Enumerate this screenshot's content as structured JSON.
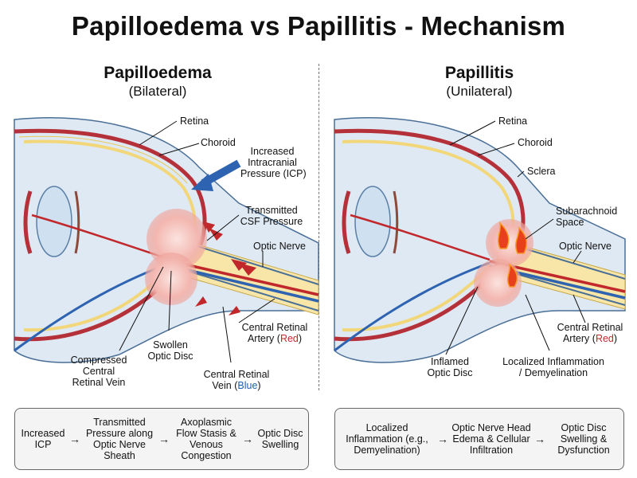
{
  "title": "Papilloedema vs Papillitis - Mechanism",
  "left": {
    "heading": "Papilloedema",
    "subheading": "(Bilateral)",
    "labels": {
      "retina": "Retina",
      "choroid": "Choroid",
      "icp1": "Increased",
      "icp2": "Intracranial",
      "icp3": "Pressure (ICP)",
      "csf1": "Transmitted",
      "csf2": "CSF Pressure",
      "optic_nerve": "Optic Nerve",
      "cra1": "Central Retinal",
      "cra2": "Artery (",
      "cra_color": "Red",
      "cra3": ")",
      "swollen1": "Swollen",
      "swollen2": "Optic Disc",
      "compressed1": "Compressed",
      "compressed2": "Central",
      "compressed3": "Retinal Vein",
      "crv1": "Central Retinal",
      "crv2": "Vein (",
      "crv_color": "Blue",
      "crv3": ")"
    },
    "flow": [
      "Increased ICP",
      "Transmitted Pressure along Optic Nerve Sheath",
      "Axoplasmic Flow Stasis & Venous Congestion",
      "Optic Disc Swelling"
    ]
  },
  "right": {
    "heading": "Papillitis",
    "subheading": "(Unilateral)",
    "labels": {
      "retina": "Retina",
      "choroid": "Choroid",
      "sclera": "Sclera",
      "sub1": "Subarachnoid",
      "sub2": "Space",
      "optic_nerve": "Optic Nerve",
      "cra1": "Central Retinal",
      "cra2": "Artery (",
      "cra_color": "Red",
      "cra3": ")",
      "inflamed1": "Inflamed",
      "inflamed2": "Optic Disc",
      "local1": "Localized Inflammation",
      "local2": "/ Demyelination"
    },
    "flow": [
      "Localized Inflammation (e.g., Demyelination)",
      "Optic Nerve Head Edema & Cellular Infiltration",
      "Optic Disc Swelling & Dysfunction"
    ]
  },
  "arrow_glyph": "→",
  "colors": {
    "sclera": "#b9cfe3",
    "choroid": "#b5313a",
    "retina": "#f2d77a",
    "vein": "#2d63b0",
    "artery": "#c0282b",
    "swelling": "#f3b7b0",
    "flame": "#e8401c"
  }
}
